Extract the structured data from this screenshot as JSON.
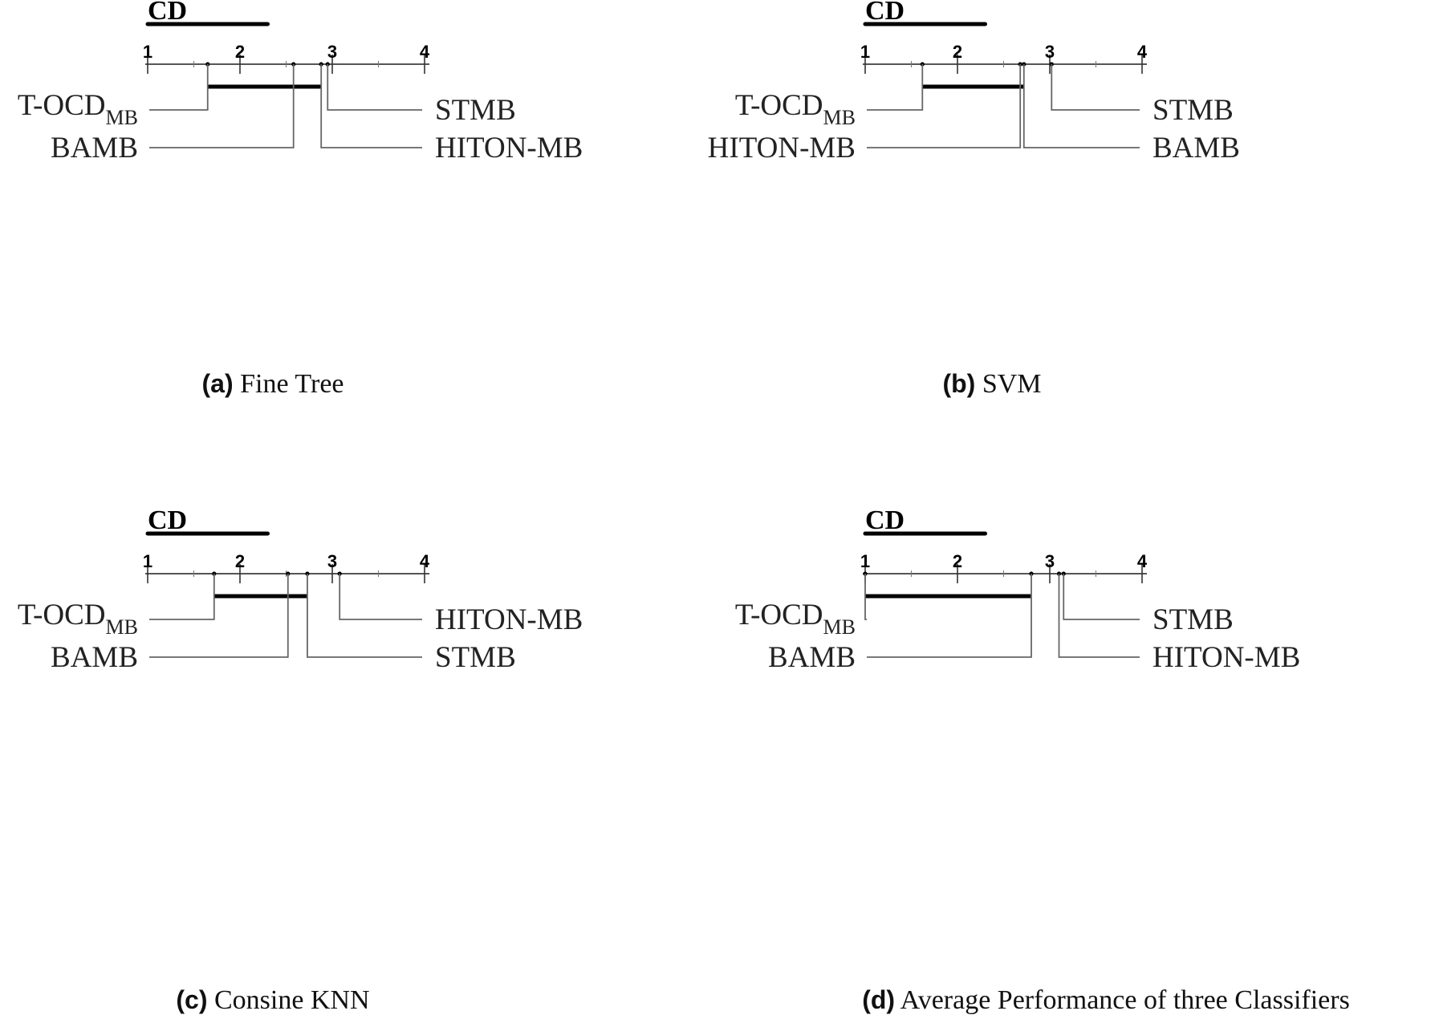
{
  "chart_data": [
    {
      "type": "critical-difference-diagram",
      "caption_letter": "(a)",
      "caption_text": "Fine Tree",
      "cd_label": "CD",
      "cd_length": 1.3,
      "axis": {
        "min": 1,
        "max": 4,
        "ticks": [
          "1",
          "2",
          "3",
          "4"
        ]
      },
      "methods": [
        {
          "name": "T-OCD",
          "subscript": "MB",
          "rank": 1.65,
          "side": "left",
          "order": 0
        },
        {
          "name": "BAMB",
          "subscript": "",
          "rank": 2.58,
          "side": "left",
          "order": 1
        },
        {
          "name": "STMB",
          "subscript": "",
          "rank": 2.95,
          "side": "right",
          "order": 0
        },
        {
          "name": "HITON-MB",
          "subscript": "",
          "rank": 2.88,
          "side": "right",
          "order": 1
        }
      ],
      "cliques": [
        [
          1.65,
          2.88
        ]
      ]
    },
    {
      "type": "critical-difference-diagram",
      "caption_letter": "(b)",
      "caption_text": "SVM",
      "cd_label": "CD",
      "cd_length": 1.3,
      "axis": {
        "min": 1,
        "max": 4,
        "ticks": [
          "1",
          "2",
          "3",
          "4"
        ]
      },
      "methods": [
        {
          "name": "T-OCD",
          "subscript": "MB",
          "rank": 1.62,
          "side": "left",
          "order": 0
        },
        {
          "name": "HITON-MB",
          "subscript": "",
          "rank": 2.68,
          "side": "left",
          "order": 1
        },
        {
          "name": "STMB",
          "subscript": "",
          "rank": 3.02,
          "side": "right",
          "order": 0
        },
        {
          "name": "BAMB",
          "subscript": "",
          "rank": 2.72,
          "side": "right",
          "order": 1
        }
      ],
      "cliques": [
        [
          1.62,
          2.72
        ]
      ]
    },
    {
      "type": "critical-difference-diagram",
      "caption_letter": "(c)",
      "caption_text": "Consine KNN",
      "cd_label": "CD",
      "cd_length": 1.3,
      "axis": {
        "min": 1,
        "max": 4,
        "ticks": [
          "1",
          "2",
          "3",
          "4"
        ]
      },
      "methods": [
        {
          "name": "T-OCD",
          "subscript": "MB",
          "rank": 1.72,
          "side": "left",
          "order": 0
        },
        {
          "name": "BAMB",
          "subscript": "",
          "rank": 2.52,
          "side": "left",
          "order": 1
        },
        {
          "name": "HITON-MB",
          "subscript": "",
          "rank": 3.08,
          "side": "right",
          "order": 0
        },
        {
          "name": "STMB",
          "subscript": "",
          "rank": 2.73,
          "side": "right",
          "order": 1
        }
      ],
      "cliques": [
        [
          1.72,
          2.73
        ]
      ]
    },
    {
      "type": "critical-difference-diagram",
      "caption_letter": "(d)",
      "caption_text": "Average Performance of three Classifiers",
      "cd_label": "CD",
      "cd_length": 1.3,
      "axis": {
        "min": 1,
        "max": 4,
        "ticks": [
          "1",
          "2",
          "3",
          "4"
        ]
      },
      "methods": [
        {
          "name": "T-OCD",
          "subscript": "MB",
          "rank": 1.0,
          "side": "left",
          "order": 0
        },
        {
          "name": "BAMB",
          "subscript": "",
          "rank": 2.8,
          "side": "left",
          "order": 1
        },
        {
          "name": "STMB",
          "subscript": "",
          "rank": 3.15,
          "side": "right",
          "order": 0
        },
        {
          "name": "HITON-MB",
          "subscript": "",
          "rank": 3.1,
          "side": "right",
          "order": 1
        }
      ],
      "cliques": [
        [
          1.0,
          2.8
        ]
      ]
    }
  ]
}
